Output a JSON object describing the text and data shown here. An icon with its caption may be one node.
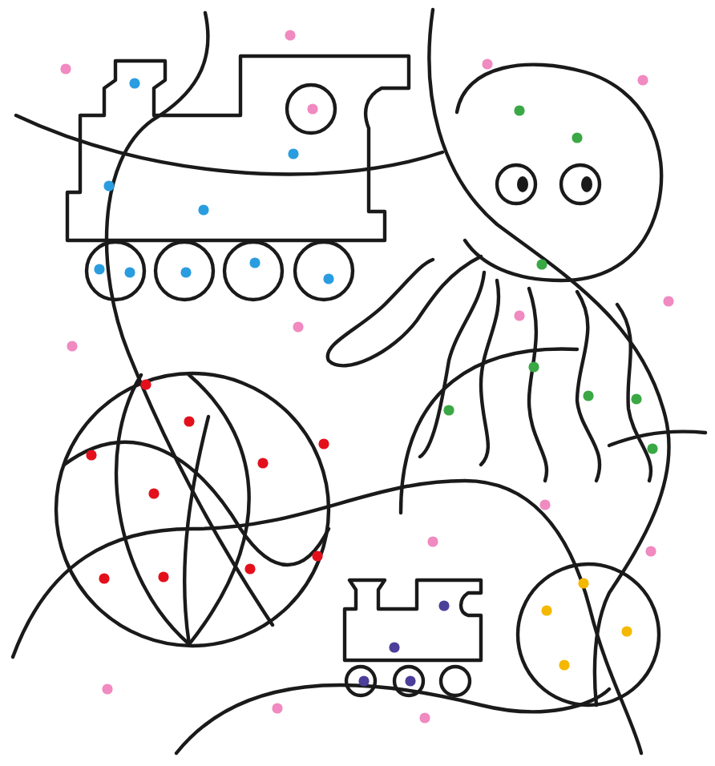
{
  "diagram": {
    "nodes": [
      {
        "text": [],
        "shape": "picture"
      },
      {
        "text": [],
        "shape": "picture"
      },
      {
        "text": [],
        "shape": "picture"
      },
      {
        "text": [],
        "shape": "picture"
      },
      {
        "text": [],
        "shape": "circle"
      }
    ]
  }
}
